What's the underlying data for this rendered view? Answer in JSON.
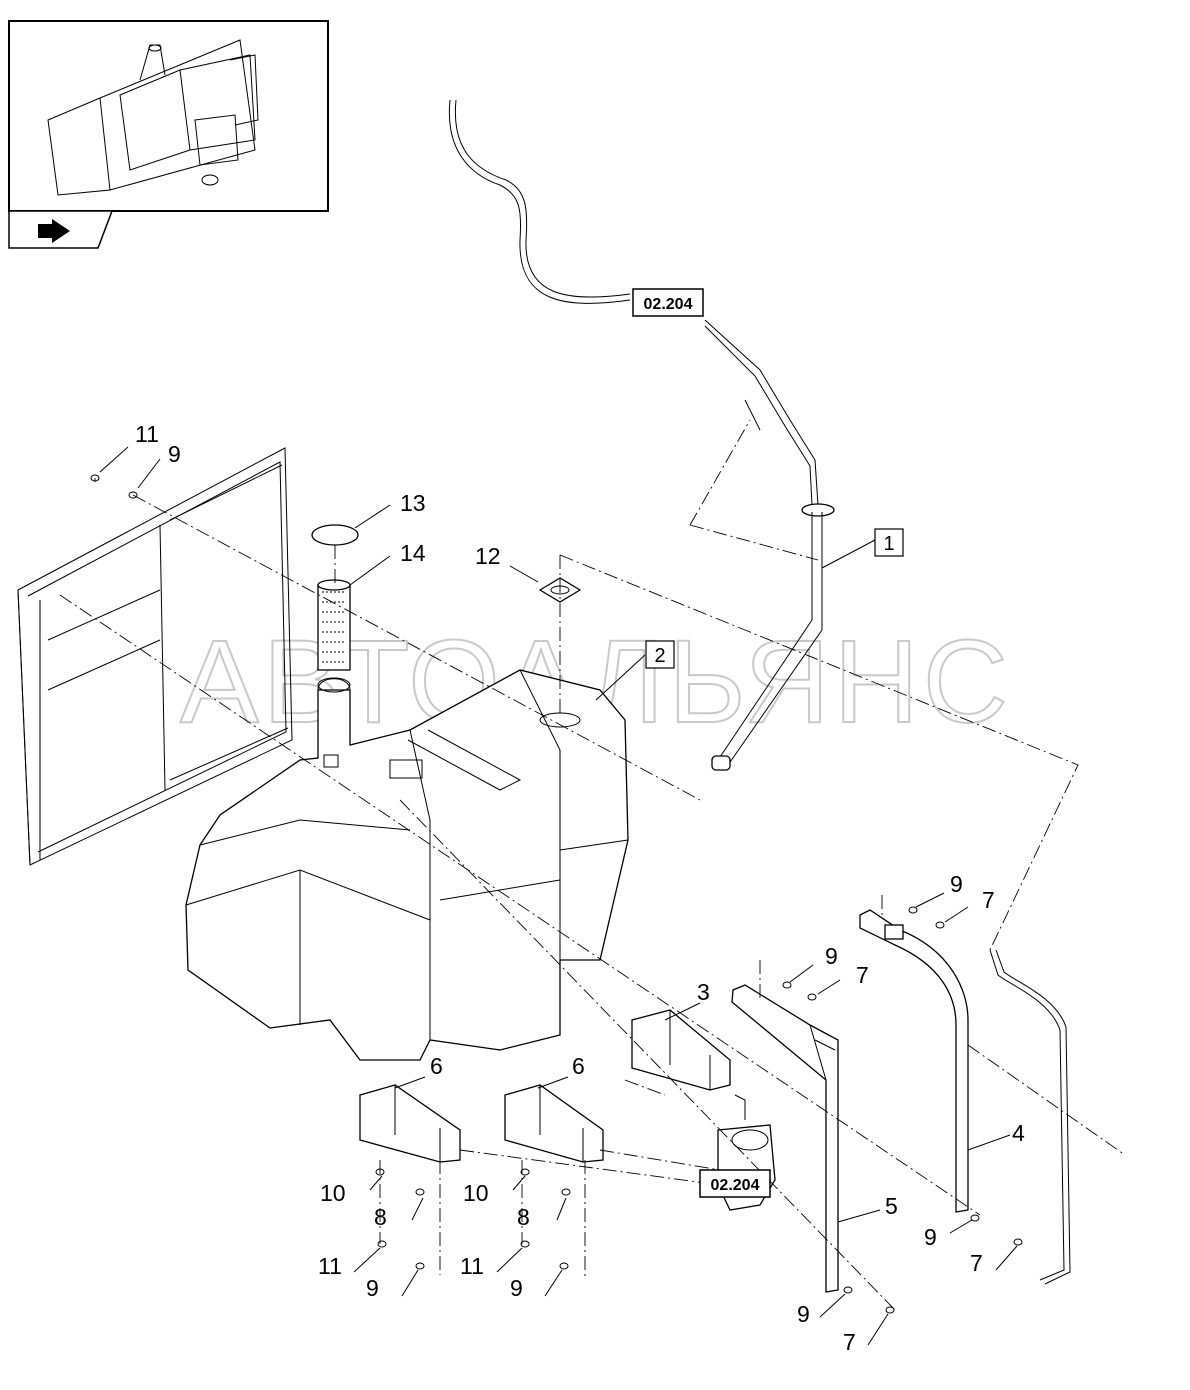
{
  "watermark": "АВТОАЛЬЯНС",
  "nav": {
    "icon": "arrow-right-icon"
  },
  "references": [
    {
      "id": "ref-top",
      "label": "02.204"
    },
    {
      "id": "ref-bottom",
      "label": "02.204"
    }
  ],
  "boxed_callouts": [
    {
      "id": "c-1",
      "label": "1"
    },
    {
      "id": "c-2",
      "label": "2"
    }
  ],
  "callouts": [
    "11",
    "9",
    "13",
    "14",
    "12",
    "9",
    "7",
    "9",
    "7",
    "3",
    "6",
    "6",
    "4",
    "5",
    "10",
    "8",
    "11",
    "9",
    "10",
    "8",
    "11",
    "9",
    "9",
    "7",
    "9",
    "7"
  ]
}
